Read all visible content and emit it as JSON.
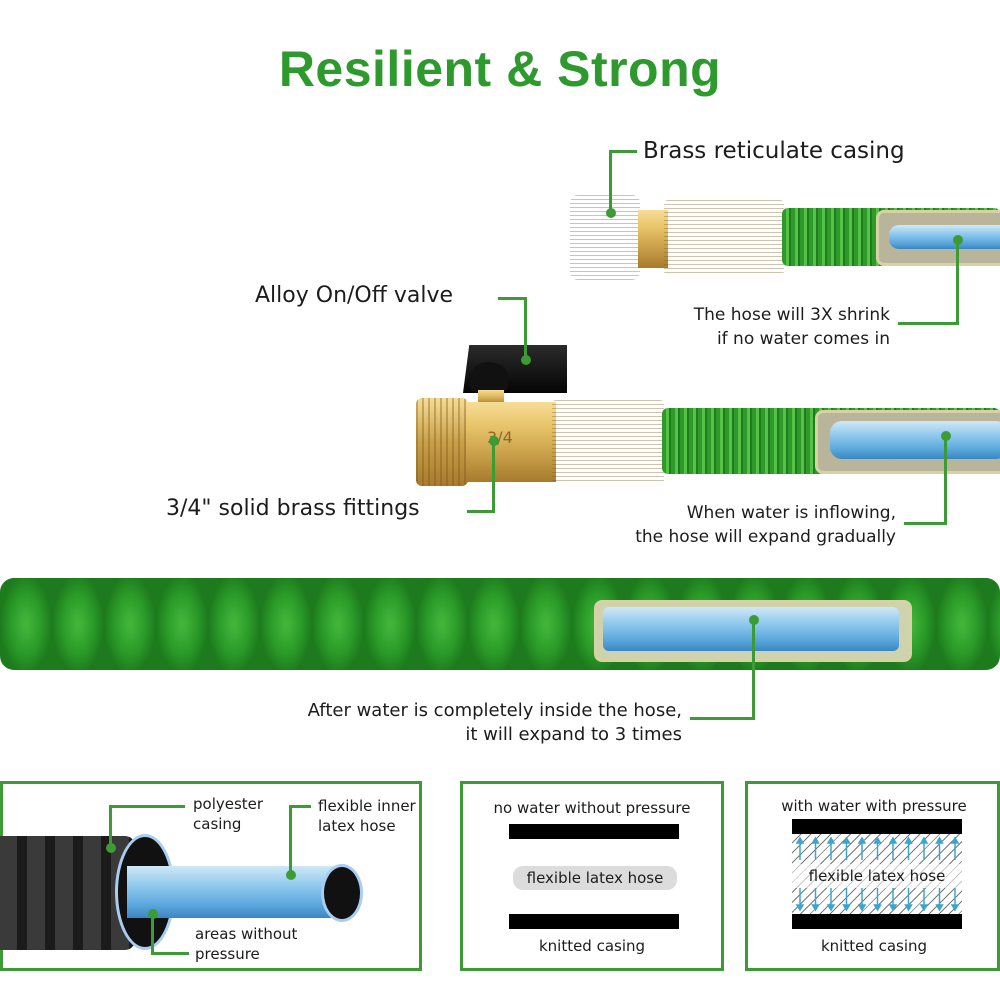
{
  "title": "Resilient & Strong",
  "callouts": {
    "brass_casing": "Brass reticulate casing",
    "shrink_line1": "The hose will 3X shrink",
    "shrink_line2": "if no water comes in",
    "valve": "Alloy On/Off valve",
    "fittings": "3/4\" solid brass fittings",
    "fitting_stamp": "3/4",
    "inflow_line1": "When water is inflowing,",
    "inflow_line2": "the hose will expand gradually",
    "expand_line1": "After water is completely inside the hose,",
    "expand_line2": "it will expand to 3 times"
  },
  "panels": {
    "cross_section": {
      "polyester_1": "polyester",
      "polyester_2": "casing",
      "inner_1": "flexible inner",
      "inner_2": "latex hose",
      "areas_1": "areas without",
      "areas_2": "pressure"
    },
    "no_pressure": {
      "heading": "no water without pressure",
      "middle": "flexible latex hose",
      "footer": "knitted casing"
    },
    "with_pressure": {
      "heading": "with water with pressure",
      "middle": "flexible latex hose",
      "footer": "knitted casing"
    }
  },
  "colors": {
    "accent_green": "#3c9b35",
    "title_green": "#2e9a2e"
  }
}
